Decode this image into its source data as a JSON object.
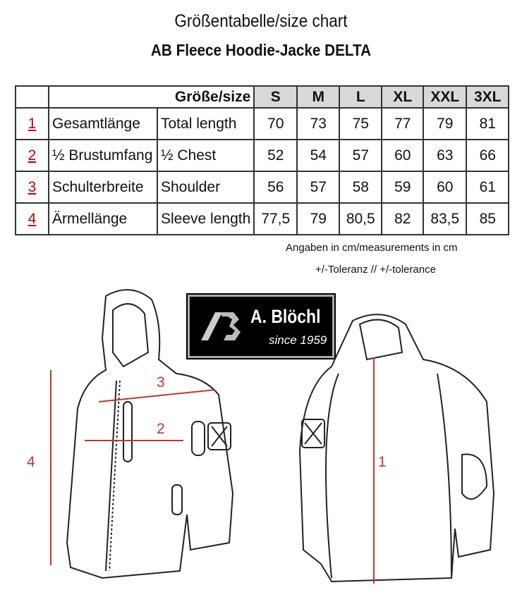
{
  "title": "Größentabelle/size chart",
  "product": "AB Fleece Hoodie-Jacke DELTA",
  "table": {
    "size_header": "Größe/size",
    "sizes": [
      "S",
      "M",
      "L",
      "XL",
      "XXL",
      "3XL"
    ],
    "rows": [
      {
        "num": "1",
        "de": "Gesamtlänge",
        "en": "Total length",
        "values": [
          "70",
          "73",
          "75",
          "77",
          "79",
          "81"
        ]
      },
      {
        "num": "2",
        "de": "½ Brustumfang",
        "en": "½ Chest",
        "values": [
          "52",
          "54",
          "57",
          "60",
          "63",
          "66"
        ]
      },
      {
        "num": "3",
        "de": "Schulterbreite",
        "en": "Shoulder",
        "values": [
          "56",
          "57",
          "58",
          "59",
          "60",
          "61"
        ]
      },
      {
        "num": "4",
        "de": "Ärmellänge",
        "en": "Sleeve length",
        "values": [
          "77,5",
          "79",
          "80,5",
          "82",
          "83,5",
          "85"
        ]
      }
    ]
  },
  "notes": [
    "Angaben in cm/measurements in cm",
    "+/-Toleranz // +/-tolerance"
  ],
  "logo": {
    "name": "A. Blöchl",
    "tagline": "since 1959",
    "mark": "AB"
  },
  "markers": {
    "m1": "1",
    "m2": "2",
    "m3": "3",
    "m4": "4"
  },
  "colors": {
    "accent": "#c0392b",
    "header_bg": "#d9d9d9"
  }
}
